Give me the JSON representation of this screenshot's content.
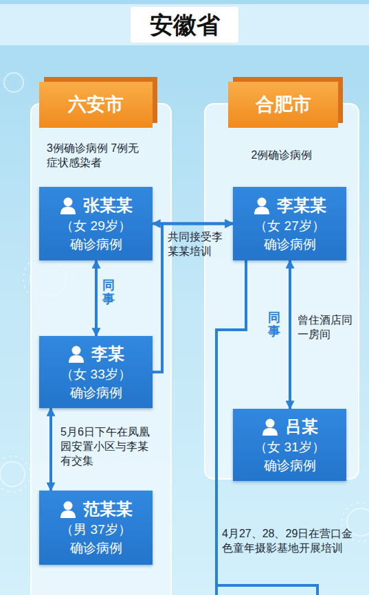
{
  "diagram": {
    "title": "安徽省",
    "nodes": [
      {
        "text": [
          "六安市",
          "3例确诊病例 7例无症状感染者"
        ]
      },
      {
        "text": [
          "张某某",
          "（女 29岁）",
          "确诊病例"
        ],
        "in": 0
      },
      {
        "text": [
          "李某",
          "（女 33岁）",
          "确诊病例"
        ],
        "in": 0
      },
      {
        "text": [
          "范某某",
          "（男 37岁）",
          "确诊病例"
        ],
        "in": 0
      },
      {
        "text": [
          "合肥市",
          "2例确诊病例"
        ]
      },
      {
        "text": [
          "李某某",
          "（女 27岁）",
          "确诊病例"
        ],
        "in": 4
      },
      {
        "text": [
          "吕某",
          "（女 31岁）",
          "确诊病例"
        ],
        "in": 4
      }
    ],
    "edges": [
      {
        "from": 1,
        "to": 5,
        "arrow": "both",
        "label": "共同接受李某某培训"
      },
      {
        "from": 2,
        "to": 5,
        "arrow": "to"
      },
      {
        "from": 1,
        "to": 2,
        "arrow": "both",
        "label": "同事"
      },
      {
        "from": 2,
        "to": 3,
        "arrow": "both",
        "label": "5月6日下午在凤凰园安置小区与李某有交集"
      },
      {
        "from": 5,
        "to": 6,
        "arrow": "both",
        "label": "同事"
      }
    ],
    "labels": [
      "曾住酒店同一房间",
      "4月27、28、29日在营口金色童年摄影基地开展培训"
    ]
  }
}
